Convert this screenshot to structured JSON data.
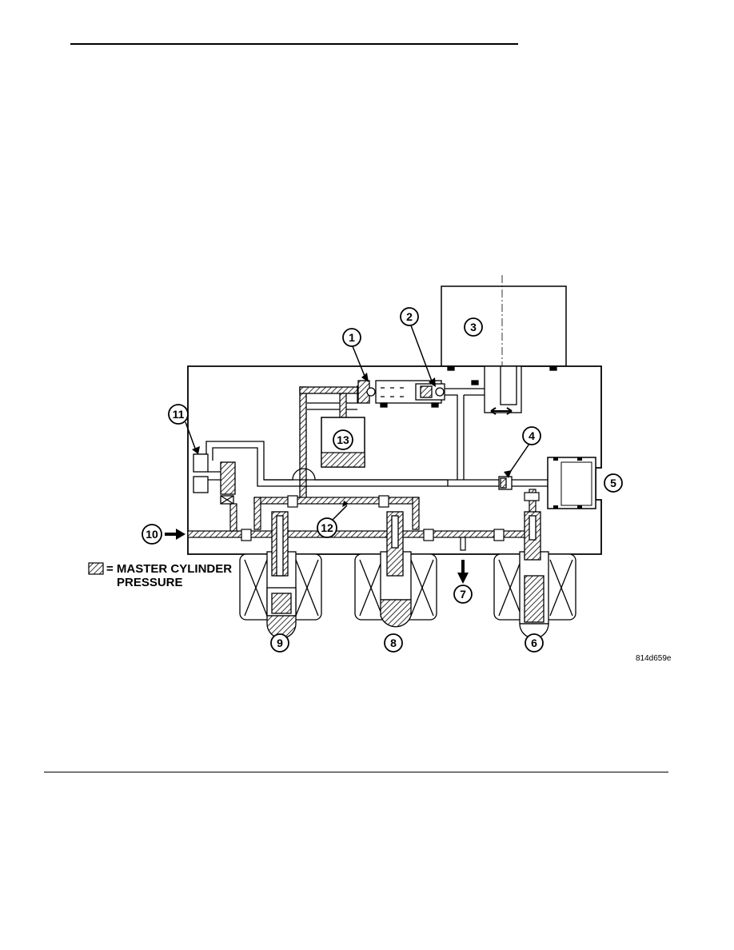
{
  "legend": {
    "line1": "= MASTER CYLINDER",
    "line2": "PRESSURE"
  },
  "figure_id": "814d659e",
  "callouts": [
    {
      "id": "c1",
      "text": "1"
    },
    {
      "id": "c2",
      "text": "2"
    },
    {
      "id": "c3",
      "text": "3"
    },
    {
      "id": "c4",
      "text": "4"
    },
    {
      "id": "c5",
      "text": "5"
    },
    {
      "id": "c6",
      "text": "6"
    },
    {
      "id": "c7",
      "text": "7"
    },
    {
      "id": "c8",
      "text": "8"
    },
    {
      "id": "c9",
      "text": "9"
    },
    {
      "id": "c10",
      "text": "10"
    },
    {
      "id": "c11",
      "text": "11"
    },
    {
      "id": "c12",
      "text": "12"
    },
    {
      "id": "c13",
      "text": "13"
    }
  ]
}
